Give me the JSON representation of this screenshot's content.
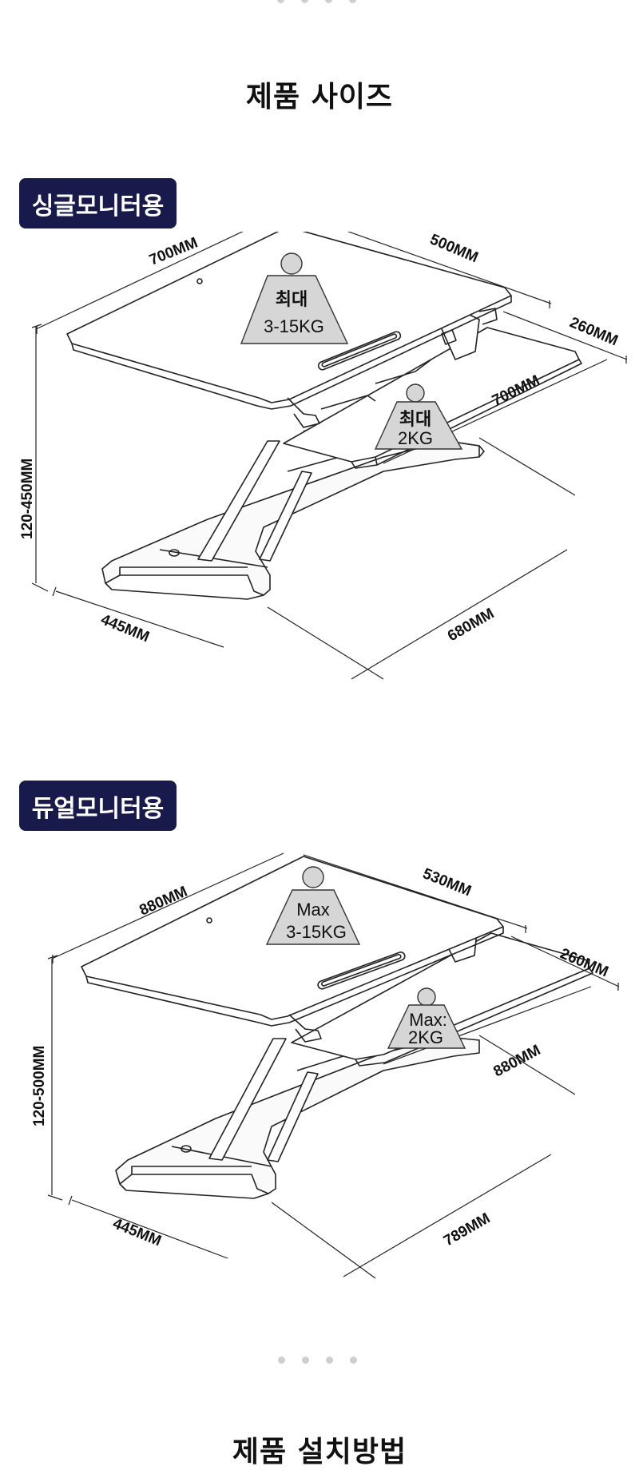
{
  "page_title": "제품 사이즈",
  "pager": {
    "count": 4
  },
  "sections": [
    {
      "badge": "싱글모니터용",
      "dims": {
        "desk_width": "700MM",
        "desk_depth": "500MM",
        "keyboard_depth": "260MM",
        "keyboard_width": "700MM",
        "height": "120-450MM",
        "base_width": "445MM",
        "base_depth": "680MM"
      },
      "weights": {
        "desk_label": "최대",
        "desk_value": "3-15KG",
        "keyboard_label": "최대",
        "keyboard_value": "2KG"
      }
    },
    {
      "badge": "듀얼모니터용",
      "dims": {
        "desk_width": "880MM",
        "desk_depth": "530MM",
        "keyboard_depth": "260MM",
        "keyboard_width": "880MM",
        "height": "120-500MM",
        "base_width": "445MM",
        "base_depth": "789MM"
      },
      "weights": {
        "desk_label": "Max",
        "desk_value": "3-15KG",
        "keyboard_label": "Max:",
        "keyboard_value": "2KG"
      }
    }
  ],
  "next_section_title": "제품 설치방법"
}
